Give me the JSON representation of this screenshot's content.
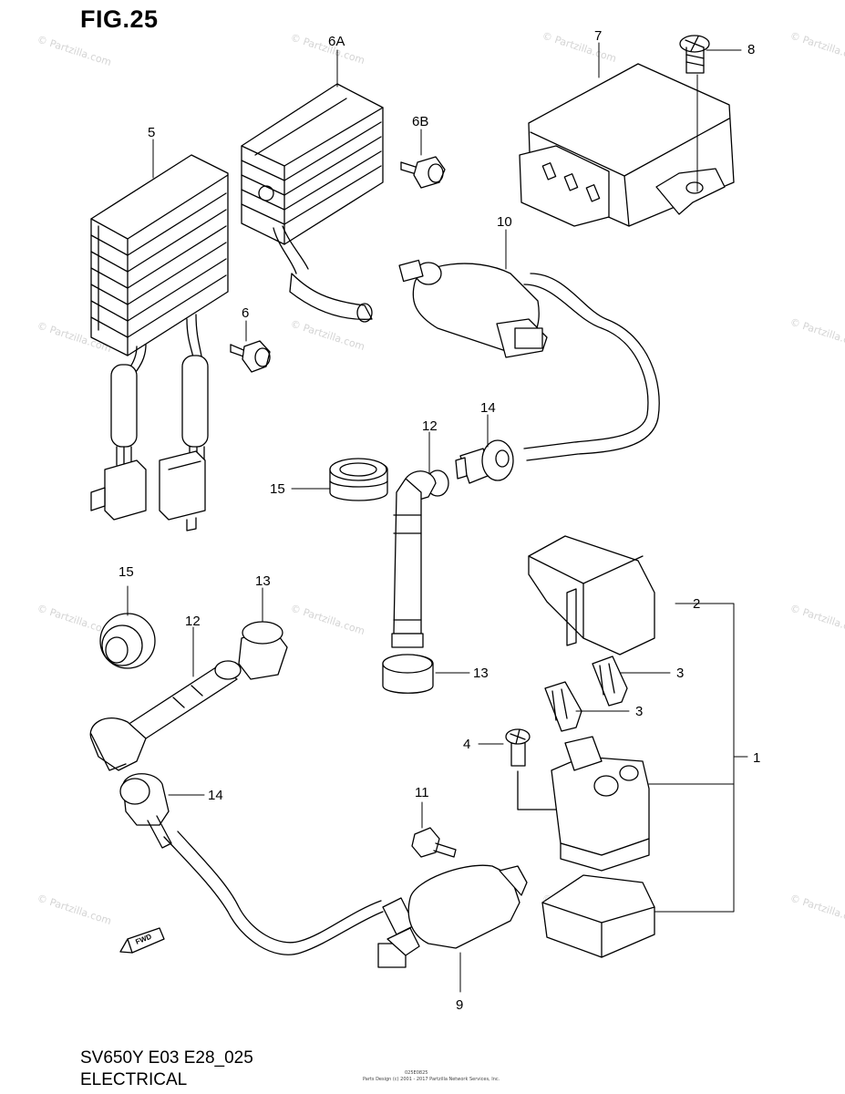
{
  "figure": {
    "title": "FIG.25"
  },
  "footer": {
    "model_code": "SV650Y E03 E28_025",
    "section": "ELECTRICAL"
  },
  "fine_print": {
    "line1": "025E0825",
    "line2": "Parts Design (c) 2001 - 2017 Partzilla Network Services, Inc."
  },
  "watermark": {
    "text": "© Partzilla.com"
  },
  "callouts": {
    "c6a": "6A",
    "c7": "7",
    "c8": "8",
    "c5": "5",
    "c6b": "6B",
    "c10": "10",
    "c6": "6",
    "c14a": "14",
    "c12a": "12",
    "c15a": "15",
    "c2": "2",
    "c15b": "15",
    "c13a": "13",
    "c12b": "12",
    "c3a": "3",
    "c13b": "13",
    "c3b": "3",
    "c4": "4",
    "c1": "1",
    "c14b": "14",
    "c11": "11",
    "c9": "9"
  },
  "direction_badge": "FWD",
  "icons": [
    "regulator-rectifier",
    "igniter-module",
    "ignition-coil",
    "starter-relay",
    "fuse",
    "grommet",
    "spark-plug-cap",
    "bolt",
    "screw"
  ]
}
